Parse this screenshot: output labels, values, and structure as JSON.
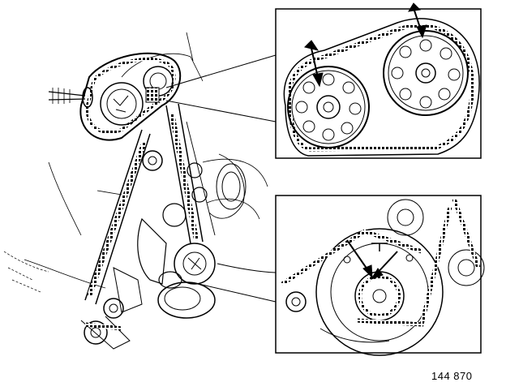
{
  "figure": {
    "reference_number": "144 870",
    "colors": {
      "ink": "#000000",
      "paper": "#ffffff"
    },
    "callouts": [
      {
        "name": "camshaft-timing-detail",
        "arrows": 2
      },
      {
        "name": "crankshaft-timing-detail",
        "arrows": 2
      }
    ]
  }
}
